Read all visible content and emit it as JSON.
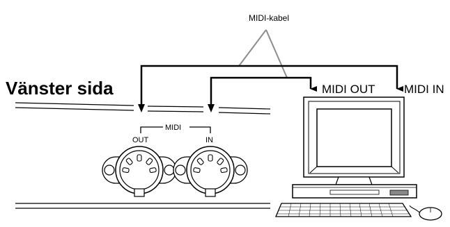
{
  "labels": {
    "cable": "MIDI-kabel",
    "side": "Vänster sida",
    "midi_group": "MIDI",
    "out_port": "OUT",
    "in_port": "IN",
    "computer_midi_out": "MIDI OUT",
    "computer_midi_in": "MIDI IN"
  },
  "icons": {
    "arrow": "arrow-down-icon",
    "connector": "din-5-pin-connector-icon",
    "computer": "desktop-computer-icon"
  },
  "colors": {
    "line": "#000000",
    "cable_pointer": "#8c8c8c",
    "background": "#ffffff"
  }
}
